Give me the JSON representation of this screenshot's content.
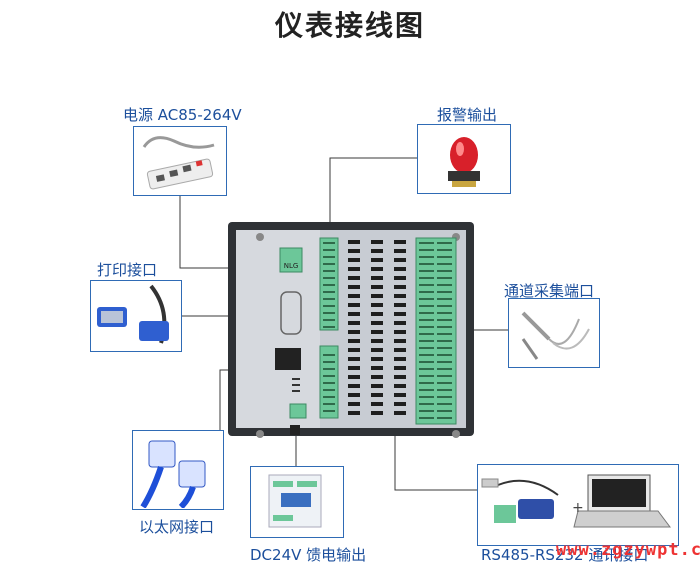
{
  "title": "仪表接线图",
  "subtitle": "",
  "labels": {
    "power": "电源 AC85-264V",
    "alarm": "报警输出",
    "print": "打印接口",
    "channel": "通道采集端口",
    "ethernet": "以太网接口",
    "dc24v": "DC24V 馈电输出",
    "rs485": "RS485-RS232 通讯接口"
  },
  "terminal_text": "NLG",
  "plus_sign": "+",
  "watermark": "www.zgzywpt.cn",
  "colors": {
    "line": "#2f6bb5",
    "terminal": "#6cc799",
    "panel": "#c8ccd3",
    "frame": "#2f3236"
  }
}
